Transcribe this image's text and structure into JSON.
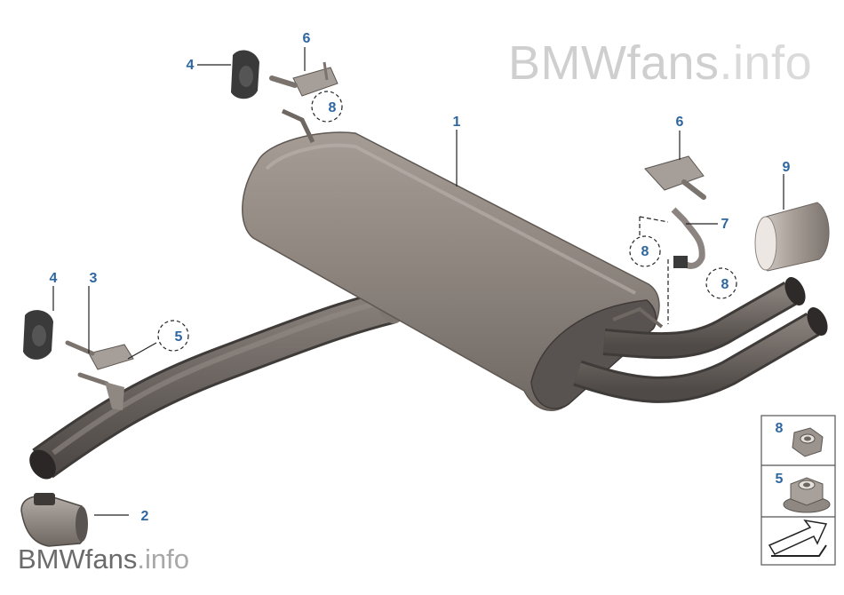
{
  "watermark": {
    "top_main": "BMWfans",
    "top_suffix": ".info",
    "bottom_main": "BMWfans",
    "bottom_suffix": ".info"
  },
  "callouts": {
    "c1": "1",
    "c2": "2",
    "c3": "3",
    "c4a": "4",
    "c4b": "4",
    "c5": "5",
    "c6a": "6",
    "c6b": "6",
    "c7": "7",
    "c8a": "8",
    "c8b": "8",
    "c8c": "8",
    "c9": "9"
  },
  "legend": {
    "nut_small": "8",
    "nut_large": "5"
  },
  "colors": {
    "callout": "#2e66a0",
    "muffler": "#8f8680",
    "pipe": "#6d6662",
    "rubber": "#3a3a3a"
  }
}
